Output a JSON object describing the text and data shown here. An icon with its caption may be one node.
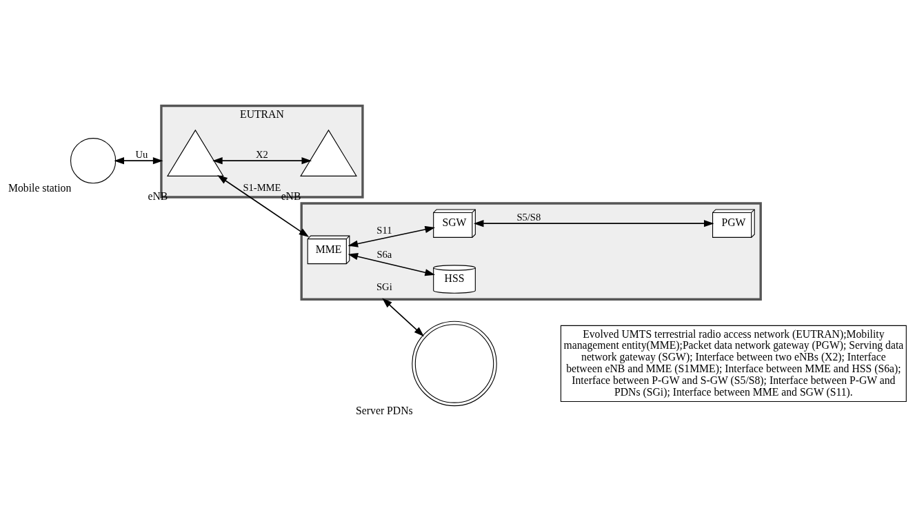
{
  "diagram": {
    "nodes": [
      {
        "text": [],
        "shape": "circle",
        "beside": [
          "Mobile station"
        ]
      },
      {
        "text": [
          "EUTRAN"
        ]
      },
      {
        "text": [],
        "shape": "triangle",
        "in": 1,
        "beside": [
          "eNB"
        ]
      },
      {
        "text": [],
        "shape": "triangle",
        "in": 1,
        "beside": [
          "eNB"
        ]
      },
      {
        "text": [],
        "shape": "box"
      },
      {
        "text": [
          "MME"
        ],
        "in": 4
      },
      {
        "text": [
          "HSS"
        ],
        "in": 4
      },
      {
        "text": [
          "SGW"
        ],
        "in": 4
      },
      {
        "text": [
          "PGW"
        ],
        "in": 4
      },
      {
        "text": [],
        "shape": "circle",
        "beside": [
          "Server PDNs"
        ]
      }
    ],
    "edges": [
      {
        "from": 0,
        "to": 1,
        "arrow": "both",
        "label": "Uu"
      },
      {
        "from": 2,
        "to": 3,
        "arrow": "both",
        "label": "X2"
      },
      {
        "from": 2,
        "to": 5,
        "arrow": "both",
        "label": "S1-MME"
      },
      {
        "from": 5,
        "to": 6,
        "arrow": "both",
        "label": "S6a"
      },
      {
        "from": 5,
        "to": 7,
        "arrow": "both",
        "label": "S11"
      },
      {
        "from": 7,
        "to": 8,
        "arrow": "both",
        "label": "S5/S8"
      },
      {
        "from": 4,
        "to": 9,
        "arrow": "both",
        "label": "SGi"
      }
    ],
    "labels": [
      "Evolved UMTS terrestrial radio access network (EUTRAN);Mobility management entity(MME);Packet data network gateway (PGW); Serving data network gateway (SGW); Interface between two eNBs (X2); Interface between eNB and MME (S1MME); Interface between MME and HSS (S6a); Interface between P-GW and S-GW (S5/S8); Interface between P-GW and PDNs (SGi); Interface between MME and SGW (S11)."
    ]
  }
}
